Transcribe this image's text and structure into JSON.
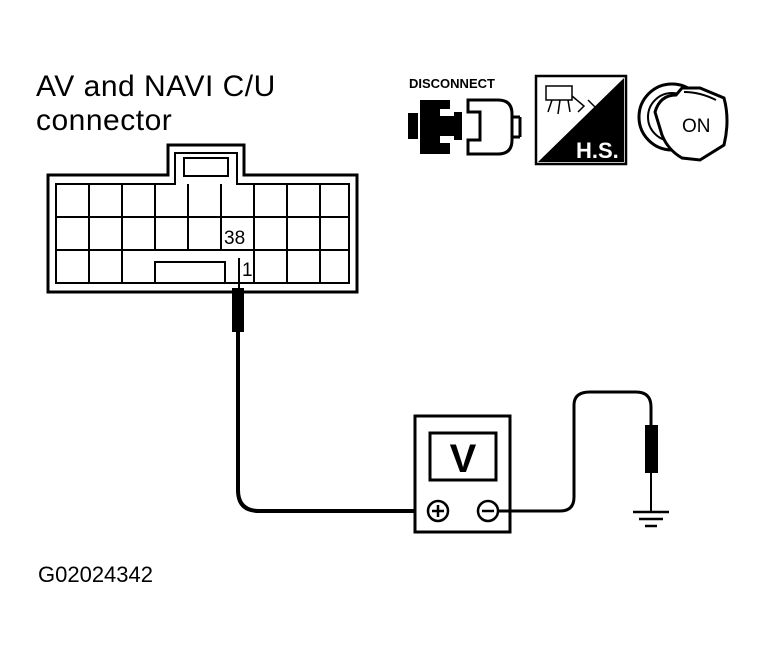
{
  "connector": {
    "title_line1": "AV and NAVI C/U",
    "title_line2": "connector",
    "pin_upper": "38",
    "pin_lower": "1"
  },
  "status_icons": {
    "disconnect_label": "DISCONNECT",
    "hs_label": "H.S.",
    "key_label": "ON"
  },
  "meter": {
    "symbol": "V"
  },
  "figure_code": "G02024342"
}
